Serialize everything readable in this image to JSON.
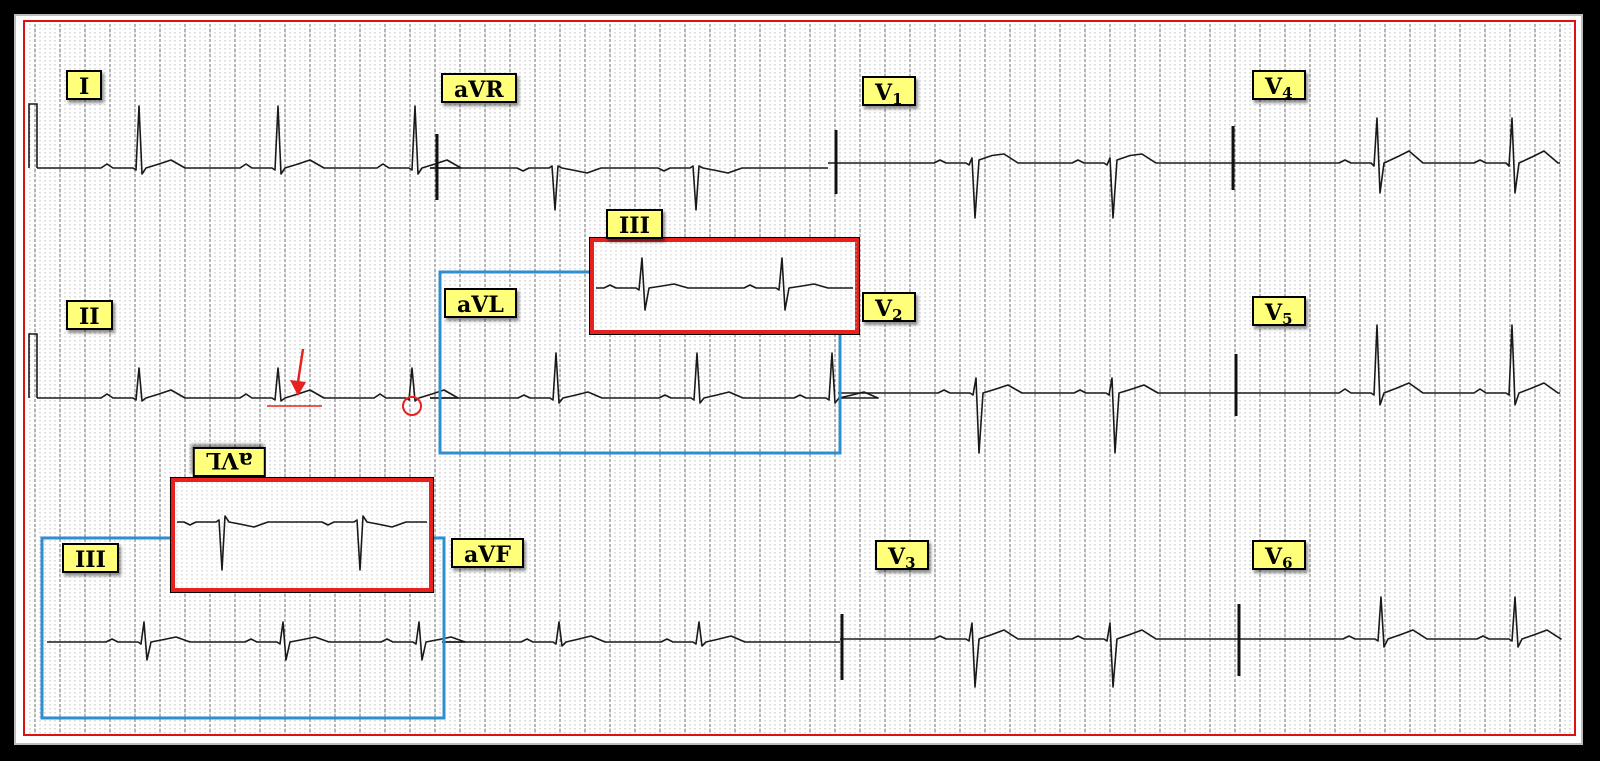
{
  "leads": {
    "I": "I",
    "aVR": "aVR",
    "V1": {
      "main": "V",
      "sub": "1"
    },
    "V4": {
      "main": "V",
      "sub": "4"
    },
    "II": "II",
    "aVL": "aVL",
    "V2": {
      "main": "V",
      "sub": "2"
    },
    "V5": {
      "main": "V",
      "sub": "5"
    },
    "III": "III",
    "aVF": "aVF",
    "V3": {
      "main": "V",
      "sub": "3"
    },
    "V6": {
      "main": "V",
      "sub": "6"
    }
  },
  "insets": {
    "inset_III_label": "III",
    "inset_aVL_inverted_label": "aVL"
  },
  "annotations": {
    "arrow_color": "#e8201e",
    "inset_border_red": "#e8201e",
    "inset_border_blue": "#2e8fd0"
  }
}
